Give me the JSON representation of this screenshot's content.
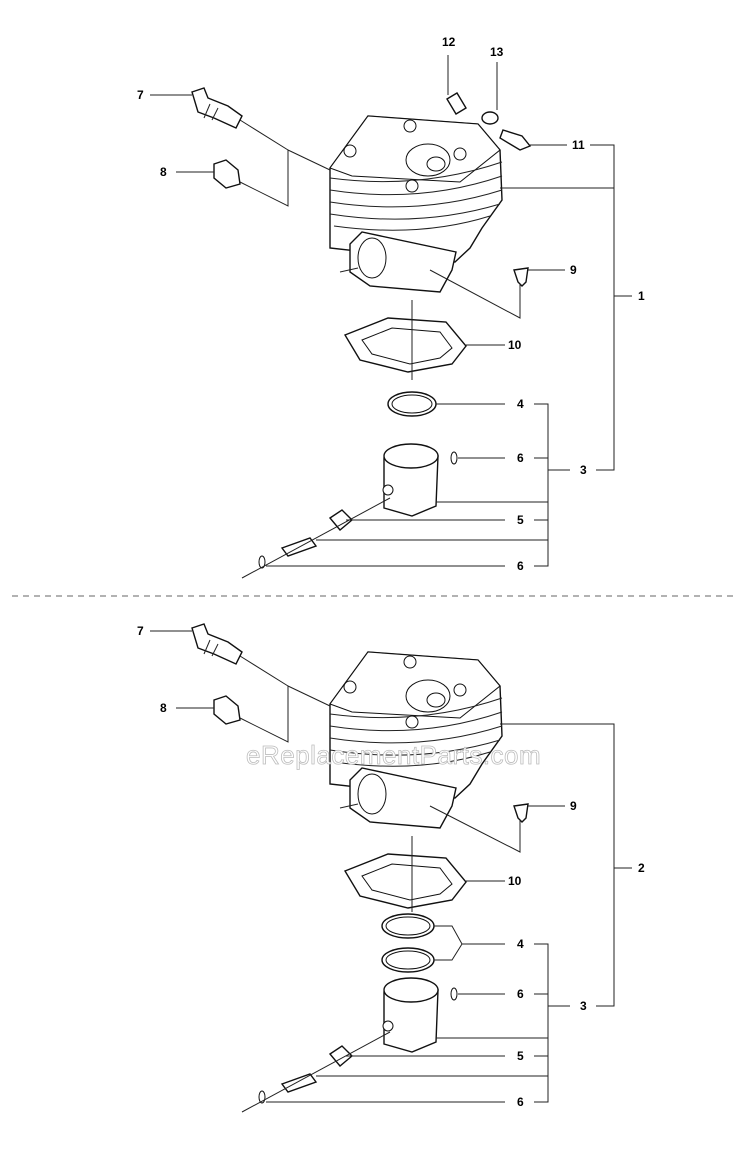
{
  "watermark": "eReplacementParts.com",
  "assemblies": [
    {
      "callouts": [
        {
          "key": "c7",
          "label": "7"
        },
        {
          "key": "c8",
          "label": "8"
        },
        {
          "key": "c12",
          "label": "12"
        },
        {
          "key": "c13",
          "label": "13"
        },
        {
          "key": "c11",
          "label": "11"
        },
        {
          "key": "c9",
          "label": "9"
        },
        {
          "key": "c1",
          "label": "1"
        },
        {
          "key": "c10",
          "label": "10"
        },
        {
          "key": "c4",
          "label": "4"
        },
        {
          "key": "c6a",
          "label": "6"
        },
        {
          "key": "c3",
          "label": "3"
        },
        {
          "key": "c5",
          "label": "5"
        },
        {
          "key": "c6b",
          "label": "6"
        }
      ]
    },
    {
      "callouts": [
        {
          "key": "c7",
          "label": "7"
        },
        {
          "key": "c8",
          "label": "8"
        },
        {
          "key": "c9",
          "label": "9"
        },
        {
          "key": "c2",
          "label": "2"
        },
        {
          "key": "c10",
          "label": "10"
        },
        {
          "key": "c4",
          "label": "4"
        },
        {
          "key": "c6a",
          "label": "6"
        },
        {
          "key": "c3",
          "label": "3"
        },
        {
          "key": "c5",
          "label": "5"
        },
        {
          "key": "c6b",
          "label": "6"
        }
      ]
    }
  ]
}
